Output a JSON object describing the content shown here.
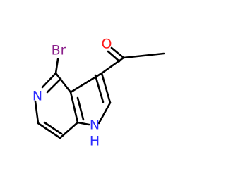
{
  "molecule": {
    "atoms": {
      "br": {
        "label": "Br",
        "color": "#8b1f8b"
      },
      "n_pyridine": {
        "label": "N",
        "color": "#2b2bff"
      },
      "nh": {
        "label": "N",
        "h_label": "H",
        "color": "#2b2bff"
      },
      "o": {
        "label": "O",
        "color": "#ff1a1a"
      }
    },
    "bond_color": "#000000"
  }
}
